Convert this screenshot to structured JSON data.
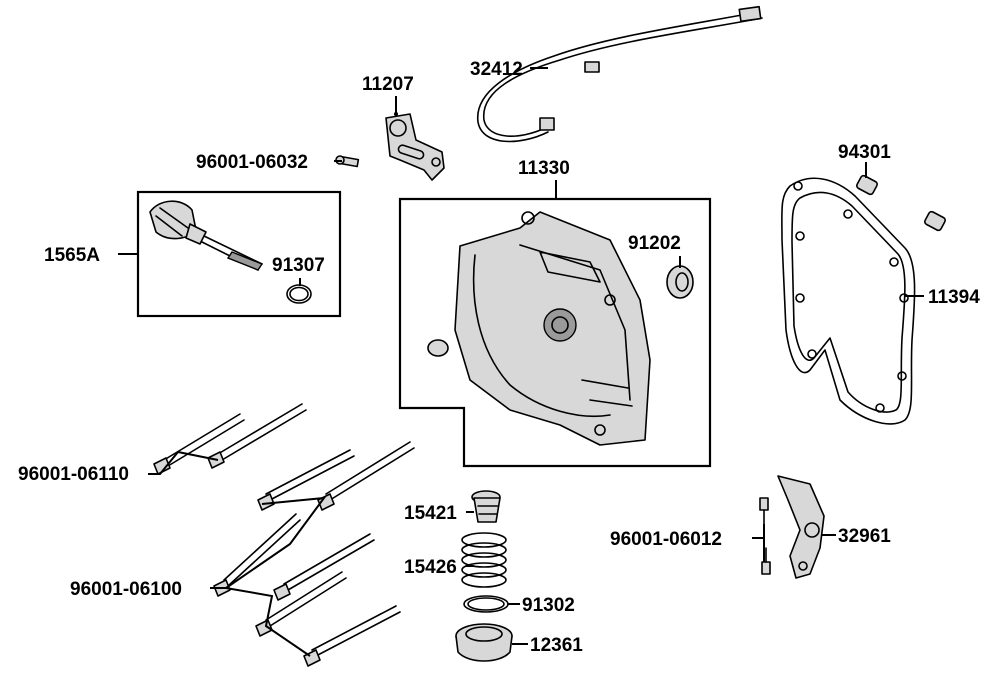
{
  "labels": {
    "p11207": "11207",
    "p32412": "32412",
    "p96001_06032": "96001-06032",
    "p11330": "11330",
    "p94301": "94301",
    "p1565A": "1565A",
    "p91307": "91307",
    "p91202": "91202",
    "p11394": "11394",
    "p96001_06110": "96001-06110",
    "p15421": "15421",
    "p32961": "32961",
    "p96001_06012": "96001-06012",
    "p15426": "15426",
    "p96001_06100": "96001-06100",
    "p91302": "91302",
    "p12361": "12361"
  },
  "colors": {
    "ink": "#000000",
    "part_fill": "#d8d8d8",
    "part_shade": "#9a9a9a"
  }
}
